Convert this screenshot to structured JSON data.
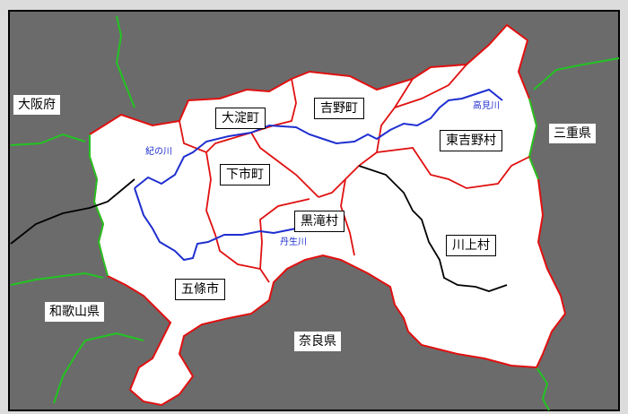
{
  "labels": {
    "oyodo": "大淀町",
    "yoshino": "吉野町",
    "higashiyoshino": "東吉野村",
    "shimoichi": "下市町",
    "kurotaki": "黒滝村",
    "kawakami": "川上村",
    "gojo": "五條市",
    "osaka": "大阪府",
    "mie": "三重県",
    "wakayama": "和歌山県",
    "nara": "奈良県"
  },
  "rivers": {
    "kinokawa": "紀の川",
    "takamigawa": "高見川",
    "nyugawa": "丹生川"
  },
  "colors": {
    "region_fill": "#ffffff",
    "outside_fill": "#6b6b6b",
    "municipal_border": "#e01010",
    "prefecture_border": "#22c422",
    "river": "#1f2fd0",
    "black_line": "#000000"
  }
}
